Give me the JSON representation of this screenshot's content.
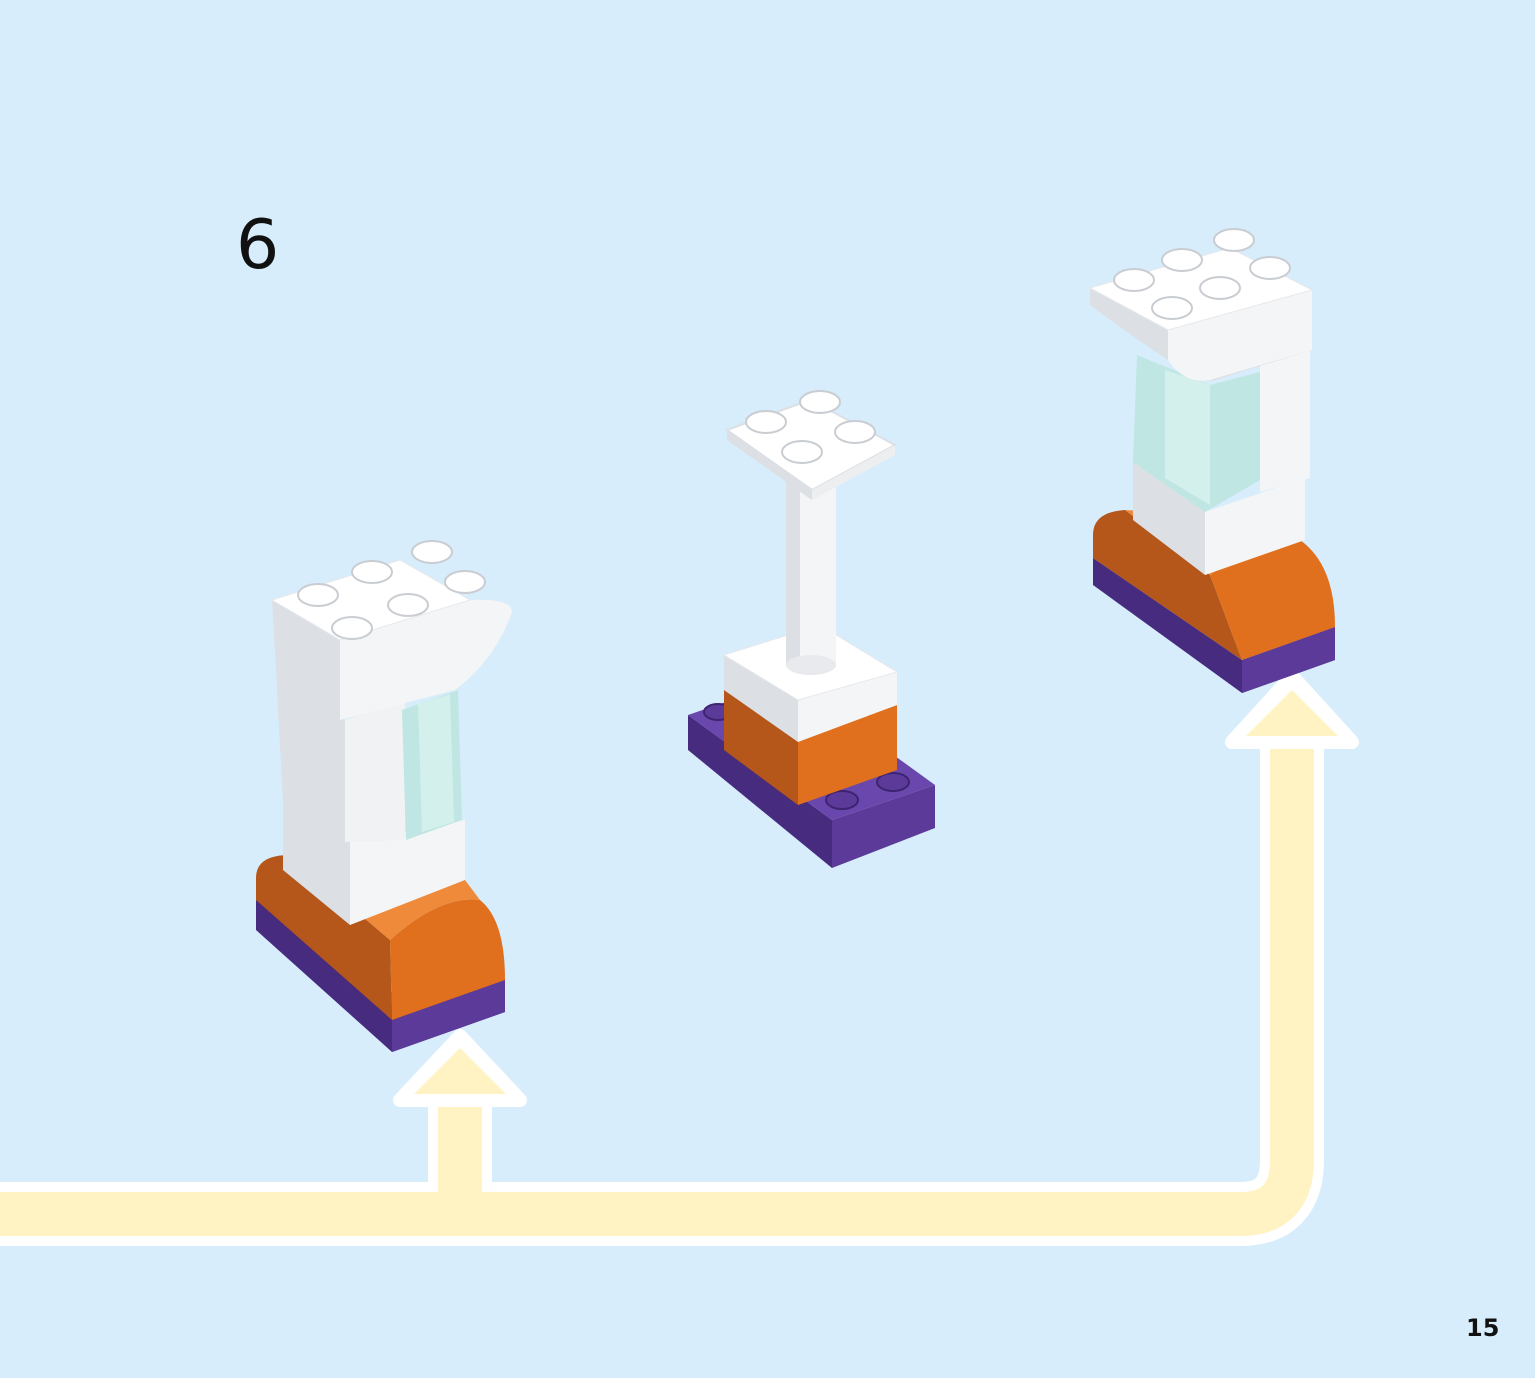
{
  "step": {
    "number": "6"
  },
  "page": {
    "number": "15"
  },
  "colors": {
    "background": "#d7edfb",
    "arrow_fill": "#fff3c4",
    "arrow_outline": "#ffffff",
    "brick_white": "#f4f5f6",
    "brick_white_shade": "#dcdfe3",
    "brick_orange": "#e0701d",
    "brick_orange_shade": "#b5561a",
    "brick_purple": "#5b3a9a",
    "brick_purple_shade": "#472b7e",
    "transparent_panel": "#bfe6e3"
  },
  "icons": [
    "left-tower-model",
    "center-pole-model",
    "right-tower-model",
    "arrow-up-left",
    "arrow-up-right"
  ]
}
